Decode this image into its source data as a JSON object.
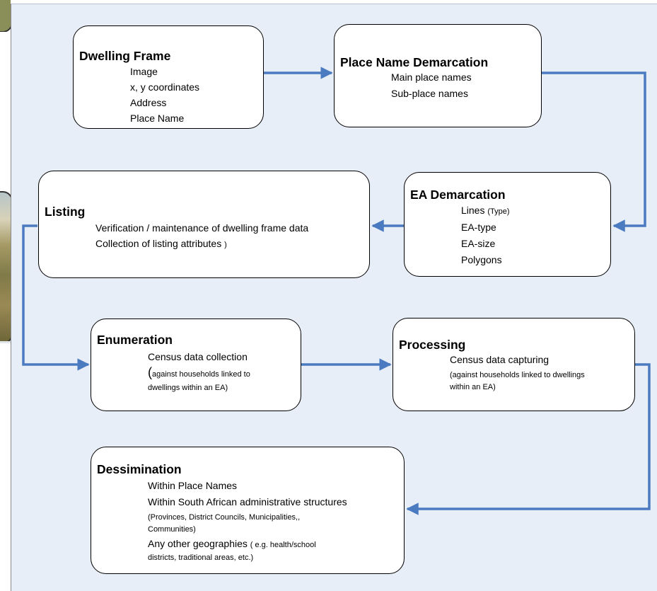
{
  "boxes": {
    "dwelling_frame": {
      "title": "Dwelling Frame",
      "items": [
        "Image",
        "x, y coordinates",
        "Address",
        "Place Name"
      ]
    },
    "place_name": {
      "title": "Place Name Demarcation",
      "items": [
        "Main place names",
        "Sub-place names"
      ]
    },
    "ea_demarcation": {
      "title": "EA Demarcation",
      "lines_label": "Lines ",
      "lines_note": "(Type)",
      "items": [
        "EA-type",
        "EA-size",
        "Polygons"
      ]
    },
    "listing": {
      "title": "Listing",
      "items": [
        "Verification / maintenance of dwelling  frame data"
      ],
      "collection_text": "Collection of listing attributes ",
      "collection_paren": ")"
    },
    "enumeration": {
      "title": "Enumeration",
      "line1": "Census data collection",
      "paren_open": "(",
      "line2": "against households linked to",
      "line3": "dwellings within an EA)"
    },
    "processing": {
      "title": "Processing",
      "line1": "Census data capturing",
      "line2": "(against households linked to dwellings",
      "line3": "within an EA)"
    },
    "dissemination": {
      "title": "Dessimination",
      "line1": "Within Place Names",
      "line2": "Within South African administrative structures",
      "line3": "(Provinces, District Councils, Municipalities,,",
      "line4": "Communities)",
      "line5": "Any other geographies ",
      "line5_small": "( e.g. health/school",
      "line6": "districts, traditional areas, etc.)"
    }
  },
  "colors": {
    "arrow": "#4a7ac0",
    "panel": "#e8eef8",
    "box_border": "#000000"
  }
}
